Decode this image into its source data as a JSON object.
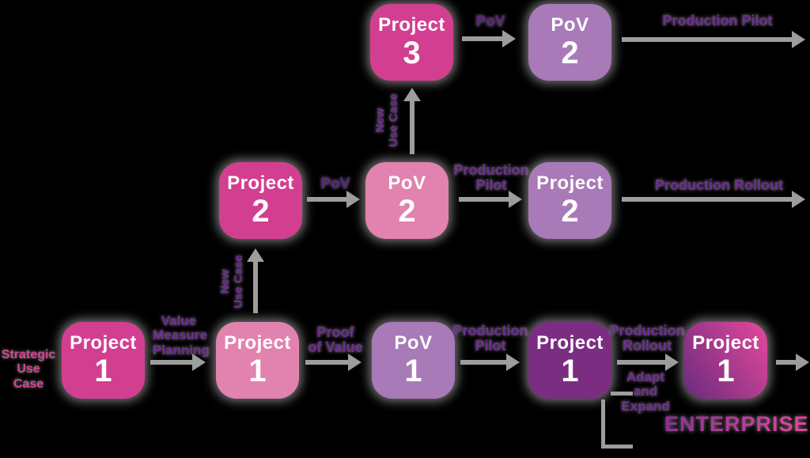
{
  "nodes": {
    "project3": {
      "title": "Project",
      "number": "3"
    },
    "pov2_top": {
      "title": "PoV",
      "number": "2"
    },
    "project2_mid": {
      "title": "Project",
      "number": "2"
    },
    "pov2_mid": {
      "title": "PoV",
      "number": "2"
    },
    "project2_right": {
      "title": "Project",
      "number": "2"
    },
    "project1_a": {
      "title": "Project",
      "number": "1"
    },
    "project1_b": {
      "title": "Project",
      "number": "1"
    },
    "pov1": {
      "title": "PoV",
      "number": "1"
    },
    "project1_c": {
      "title": "Project",
      "number": "1"
    },
    "project1_d": {
      "title": "Project",
      "number": "1"
    }
  },
  "labels": {
    "pov_top": "PoV",
    "production_pilot_top": "Production Pilot",
    "new_use_case_top": "New\nUse Case",
    "pov_mid": "PoV",
    "production_pilot_mid": "Production\nPilot",
    "production_rollout_mid": "Production Rollout",
    "new_use_case_bottom": "New\nUse Case",
    "strategic_use_case": "Strategic\nUse Case",
    "value_measure_planning": "Value\nMeasure\nPlanning",
    "proof_of_value": "Proof\nof Value",
    "production_pilot_bottom": "Production\nPilot",
    "production_rollout_bottom": "Production\nRollout",
    "adapt_and_expand": "Adapt\nand\nExpand",
    "enterprise": "ENTERPRISE"
  },
  "colors": {
    "magenta": "#d23f90",
    "pink": "#e282ae",
    "lavender": "#a87ab8",
    "dark_purple": "#7b2d82",
    "gradient_start": "#6b2a7d",
    "gradient_end": "#d84699",
    "label_purple": "#6e2d92",
    "pov_label_purple": "#5c2285",
    "strategic_pink": "#d34693",
    "enterprise_gradient_start": "#8e3095",
    "enterprise_gradient_end": "#e3459c",
    "arrow_gray": "#9d9d9d",
    "background": "#000000",
    "box_text": "#ffffff"
  }
}
